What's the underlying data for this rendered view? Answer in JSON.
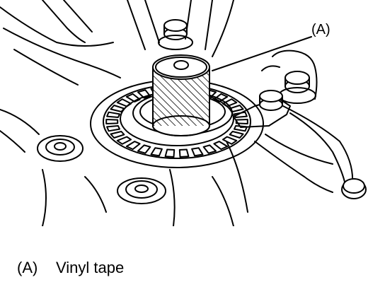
{
  "callout": {
    "label": "(A)"
  },
  "legend": {
    "key": "(A)",
    "description": "Vinyl tape"
  },
  "colors": {
    "ink": "#000000",
    "paper": "#ffffff"
  }
}
